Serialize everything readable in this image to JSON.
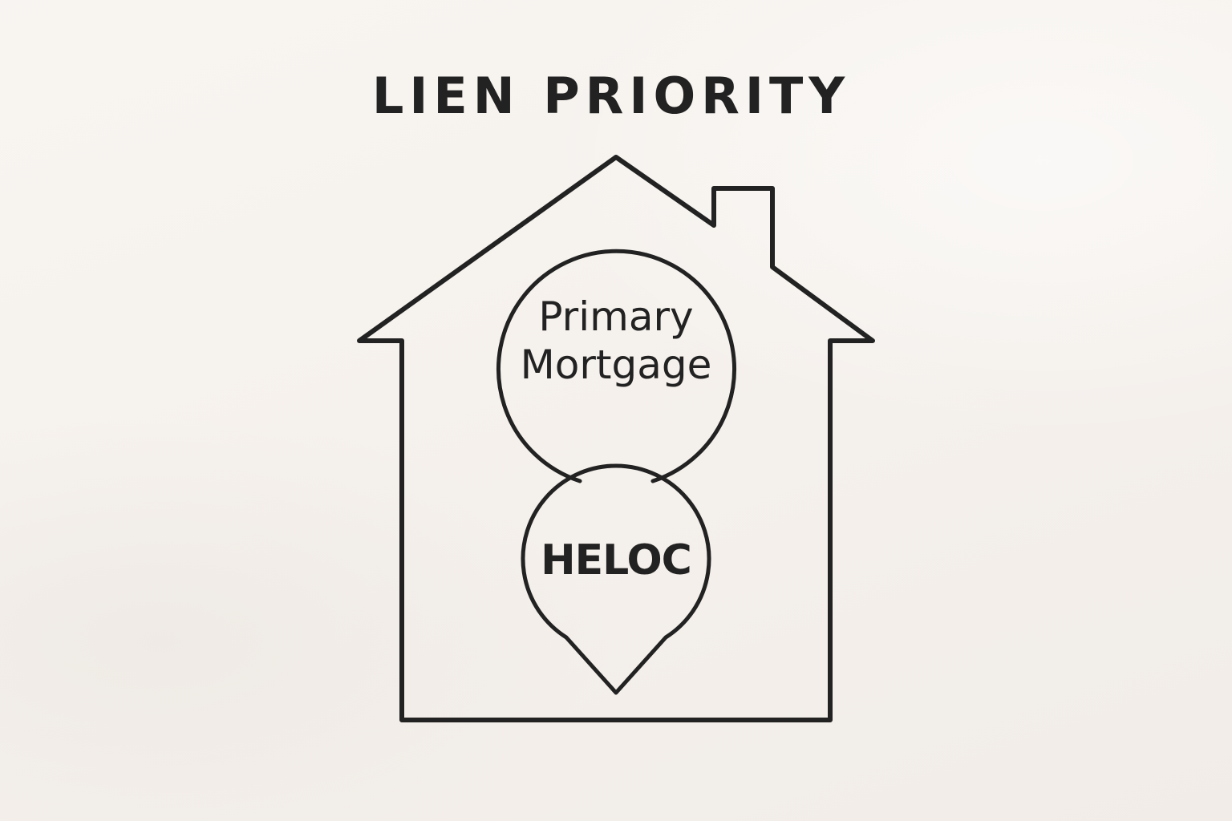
{
  "title": "LIEN PRIORITY",
  "primary_pin": {
    "line1": "Primary",
    "line2": "Mortgage"
  },
  "secondary_pin": {
    "label": "HELOC"
  },
  "colors": {
    "background": "#f6f1ec",
    "stroke": "#222222",
    "text": "#222222"
  },
  "icons": [
    "house-outline",
    "location-pin",
    "location-pin"
  ]
}
